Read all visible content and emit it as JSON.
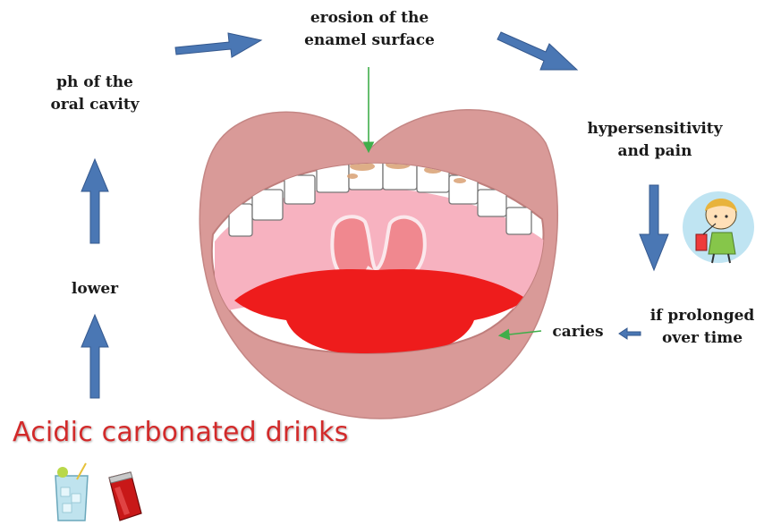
{
  "labels": {
    "erosion": [
      "erosion of the",
      "enamel surface"
    ],
    "ph": [
      "ph of the",
      "oral cavity"
    ],
    "hypersensitivity": [
      "hypersensitivity",
      "and pain"
    ],
    "lower": "lower",
    "prolonged": [
      "if prolonged",
      "over time"
    ],
    "caries": "caries",
    "drinks": "Acidic carbonated drinks"
  },
  "colors": {
    "arrow": "#4a77b4",
    "pointer": "#3fae4a",
    "lip": "#d99a98",
    "palate": "#f7b2c0",
    "tongue": "#ee1c1c",
    "title": "#d22a2a"
  },
  "icons": [
    "mouth-illustration",
    "child-drinking-icon",
    "iced-drink-glass-icon",
    "soda-can-icon"
  ]
}
